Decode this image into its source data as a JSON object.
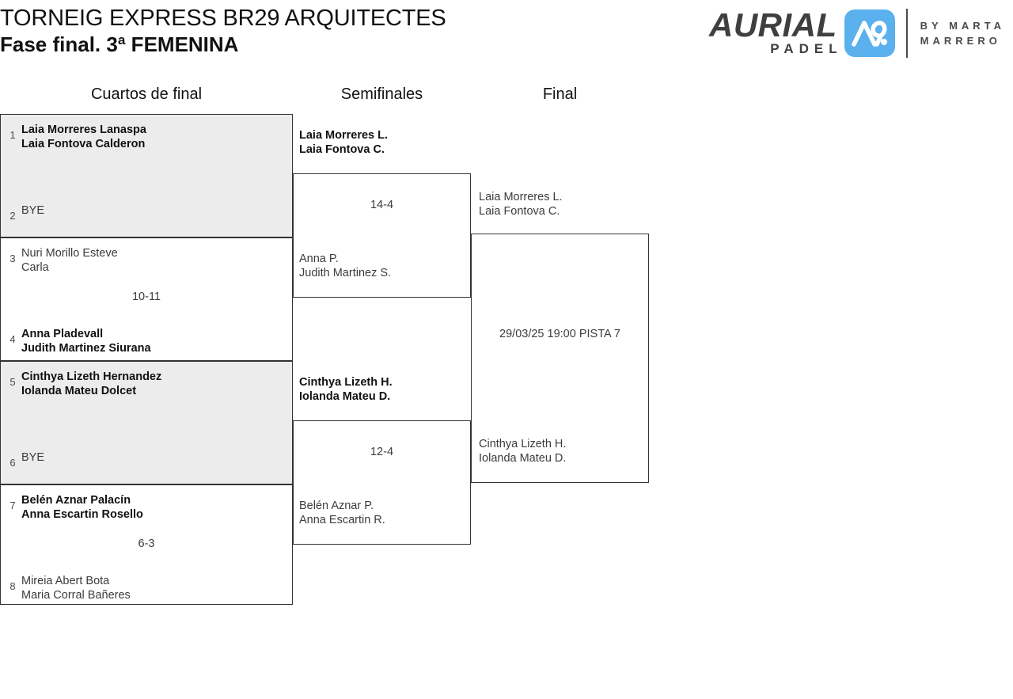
{
  "header": {
    "tournament_title": "TORNEIG EXPRESS BR29 ARQUITECTES",
    "phase_title": "Fase final. 3ª FEMENINA",
    "logo": {
      "wordmark": "AURIAL",
      "subword": "PADEL",
      "byline_line1": "BY  MARTA",
      "byline_line2": "MARRERO",
      "mark_bg_color": "#5BB0EE",
      "mark_fg_color": "#ffffff",
      "text_color": "#3f3f3f"
    }
  },
  "rounds": {
    "quarterfinals_label": "Cuartos de final",
    "semifinals_label": "Semifinales",
    "final_label": "Final"
  },
  "quarterfinals": [
    {
      "seed_top": "1",
      "team_top_line1": "Laia Morreres Lanaspa",
      "team_top_line2": "Laia Fontova Calderon",
      "seed_bottom": "2",
      "team_bottom_line1": "BYE",
      "team_bottom_line2": "",
      "score": "",
      "winner": "top",
      "shaded": true
    },
    {
      "seed_top": "3",
      "team_top_line1": "Nuri Morillo Esteve",
      "team_top_line2": "Carla",
      "seed_bottom": "4",
      "team_bottom_line1": "Anna Pladevall",
      "team_bottom_line2": "Judith Martinez Siurana",
      "score": "10-11",
      "winner": "bottom",
      "shaded": false
    },
    {
      "seed_top": "5",
      "team_top_line1": "Cinthya Lizeth Hernandez",
      "team_top_line2": "Iolanda Mateu Dolcet",
      "seed_bottom": "6",
      "team_bottom_line1": "BYE",
      "team_bottom_line2": "",
      "score": "",
      "winner": "top",
      "shaded": true
    },
    {
      "seed_top": "7",
      "team_top_line1": "Belén Aznar Palacín",
      "team_top_line2": "Anna Escartin Rosello",
      "seed_bottom": "8",
      "team_bottom_line1": "Mireia Abert Bota",
      "team_bottom_line2": "Maria Corral Bañeres",
      "score": "6-3",
      "winner": "top",
      "shaded": false
    }
  ],
  "semifinals": [
    {
      "winner_line1": "Laia Morreres L.",
      "winner_line2": "Laia Fontova C.",
      "loser_line1": "Anna P.",
      "loser_line2": "Judith Martinez S.",
      "score": "14-4"
    },
    {
      "winner_line1": "Cinthya Lizeth H.",
      "winner_line2": "Iolanda Mateu D.",
      "loser_line1": "Belén Aznar P.",
      "loser_line2": "Anna Escartin R.",
      "score": "12-4"
    }
  ],
  "final": {
    "top_line1": "Laia Morreres L.",
    "top_line2": "Laia Fontova C.",
    "bottom_line1": "Cinthya Lizeth H.",
    "bottom_line2": "Iolanda Mateu D.",
    "match_info": "29/03/25 19:00 PISTA 7"
  }
}
